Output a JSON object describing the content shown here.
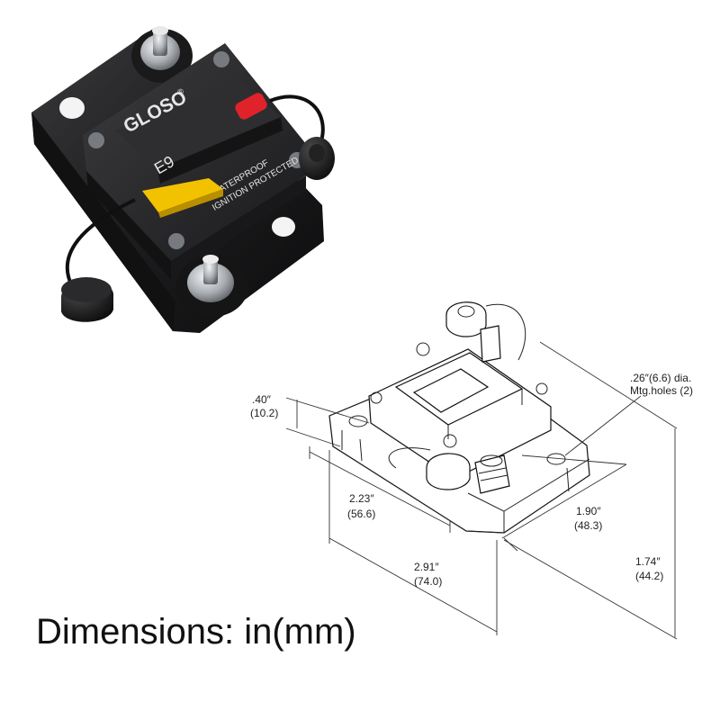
{
  "product": {
    "brand": "GLOSO",
    "registered_mark": "®",
    "model": "E9",
    "label_line1": "WATERPROOF",
    "label_line2": "IGNITION PROTECTED",
    "colors": {
      "body": "#1c1c1e",
      "face": "#2a2a2c",
      "reset_button": "#e0232a",
      "lever": "#f2c200",
      "stud": "#c9ccd0",
      "label_text": "#e6e6e6"
    }
  },
  "drawing": {
    "dims": {
      "height_label": ".40″",
      "height_mm": "(10.2)",
      "width_label": "2.23″",
      "width_mm": "(56.6)",
      "depth_label": "1.90″",
      "depth_mm": "(48.3)",
      "length_label": "2.91″",
      "length_mm": "(74.0)",
      "total_height_label": "1.74″",
      "total_height_mm": "(44.2)",
      "holes_label": ".26″(6.6) dia.",
      "holes_label2": "Mtg.holes (2)"
    }
  },
  "caption": "Dimensions: in(mm)"
}
